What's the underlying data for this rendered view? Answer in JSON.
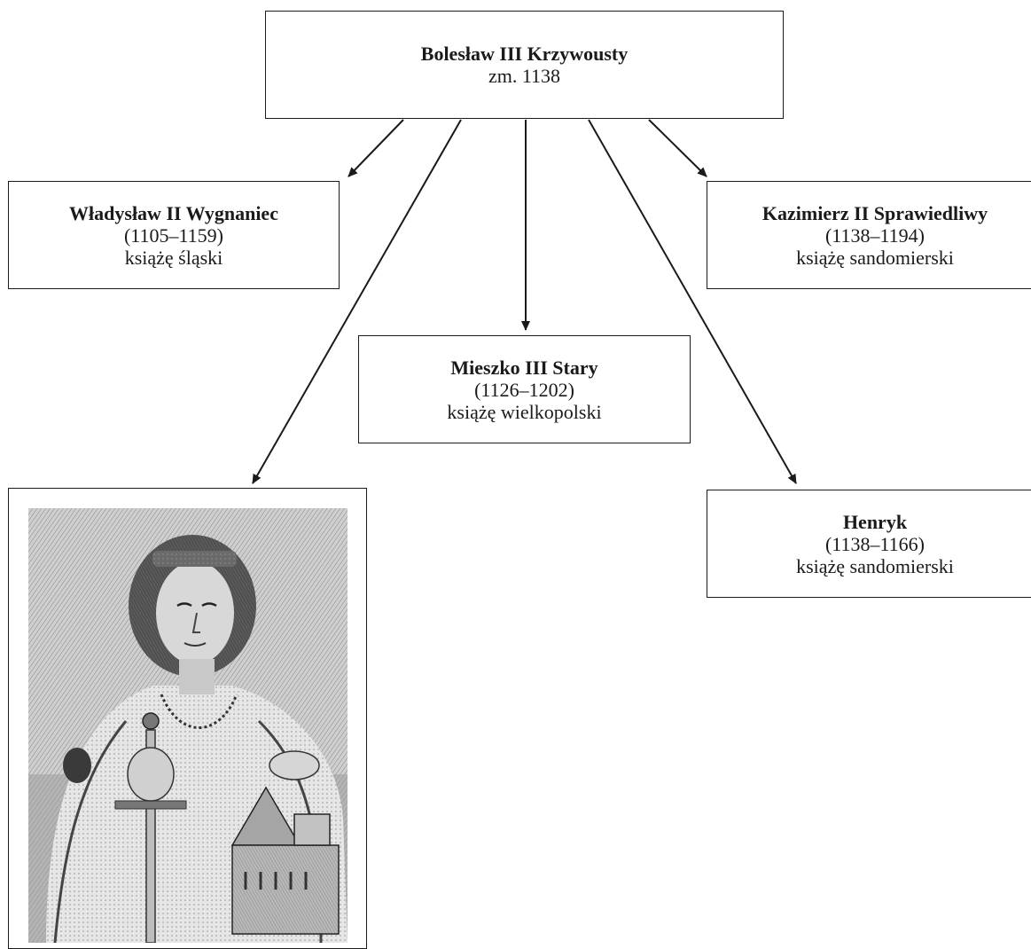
{
  "root": {
    "name": "Bolesław III Krzywousty",
    "note": "zm. 1138"
  },
  "children": [
    {
      "id": "wladyslaw",
      "name": "Władysław II Wygnaniec",
      "years": "(1105–1159)",
      "title": "książę śląski"
    },
    {
      "id": "mieszko",
      "name": "Mieszko III Stary",
      "years": "(1126–1202)",
      "title": "książę wielkopolski"
    },
    {
      "id": "kazimierz",
      "name": "Kazimierz II Sprawiedliwy",
      "years": "(1138–1194)",
      "title": "książę sandomierski"
    },
    {
      "id": "henryk",
      "name": "Henryk",
      "years": "(1138–1166)",
      "title": "książę sandomierski"
    }
  ],
  "portrait": {
    "icon": "portrait-engraving-icon"
  }
}
